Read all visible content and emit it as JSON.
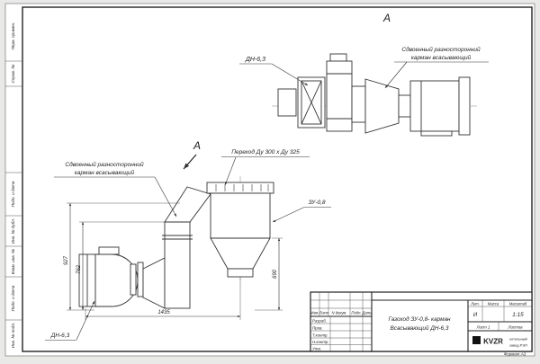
{
  "page": {
    "format_note": "Формат  А3"
  },
  "side_strip": {
    "cells": [
      {
        "label": "Перв. примен."
      },
      {
        "label": "Справ. №"
      },
      {
        "label": "Подп. и дата"
      },
      {
        "label": "Инв. № дубл."
      },
      {
        "label": "Взам. инв. №"
      },
      {
        "label": "Подп. и дата"
      },
      {
        "label": "Инв. № подл."
      }
    ]
  },
  "annotations": {
    "section_label_top": "А",
    "section_label_mid": "А",
    "dn_top": "ДН-6,3",
    "dn_bottom": "ДН-6,3",
    "pocket_top_l1": "Сдвоенный разносторонний",
    "pocket_top_l2": "карман всасывающий",
    "pocket_left_l1": "Сдвоенный разносторонний",
    "pocket_left_l2": "карман всасывающий",
    "transition": "Переход Ду  300 х Ду 325",
    "zu": "ЗУ-0,8"
  },
  "dimensions": {
    "h927": "927",
    "h762": "762",
    "w1435": "1435",
    "h690": "690"
  },
  "title_block": {
    "doc_title_l1": "Газоход ЗУ-0,8- карман",
    "doc_title_l2": "Всасывающий ДН-6,3",
    "rev_headers": {
      "izm": "Изм.",
      "list": "Лист",
      "ndoc": "N докум.",
      "podp": "Подп.",
      "data": "Дата"
    },
    "roles": [
      "Разраб.",
      "Пров.",
      "Т.контр.",
      "Н.контр.",
      "Утв."
    ],
    "lit_header": "Лит.",
    "mass_header": "Масса",
    "scale_header": "Масштаб",
    "lit_value": "И",
    "scale_value": "1:15",
    "sheet": "Лист 1",
    "sheets": "Листов",
    "logo_text": "KVZR",
    "company_l1": "котельный",
    "company_l2": "завод РЭП"
  }
}
